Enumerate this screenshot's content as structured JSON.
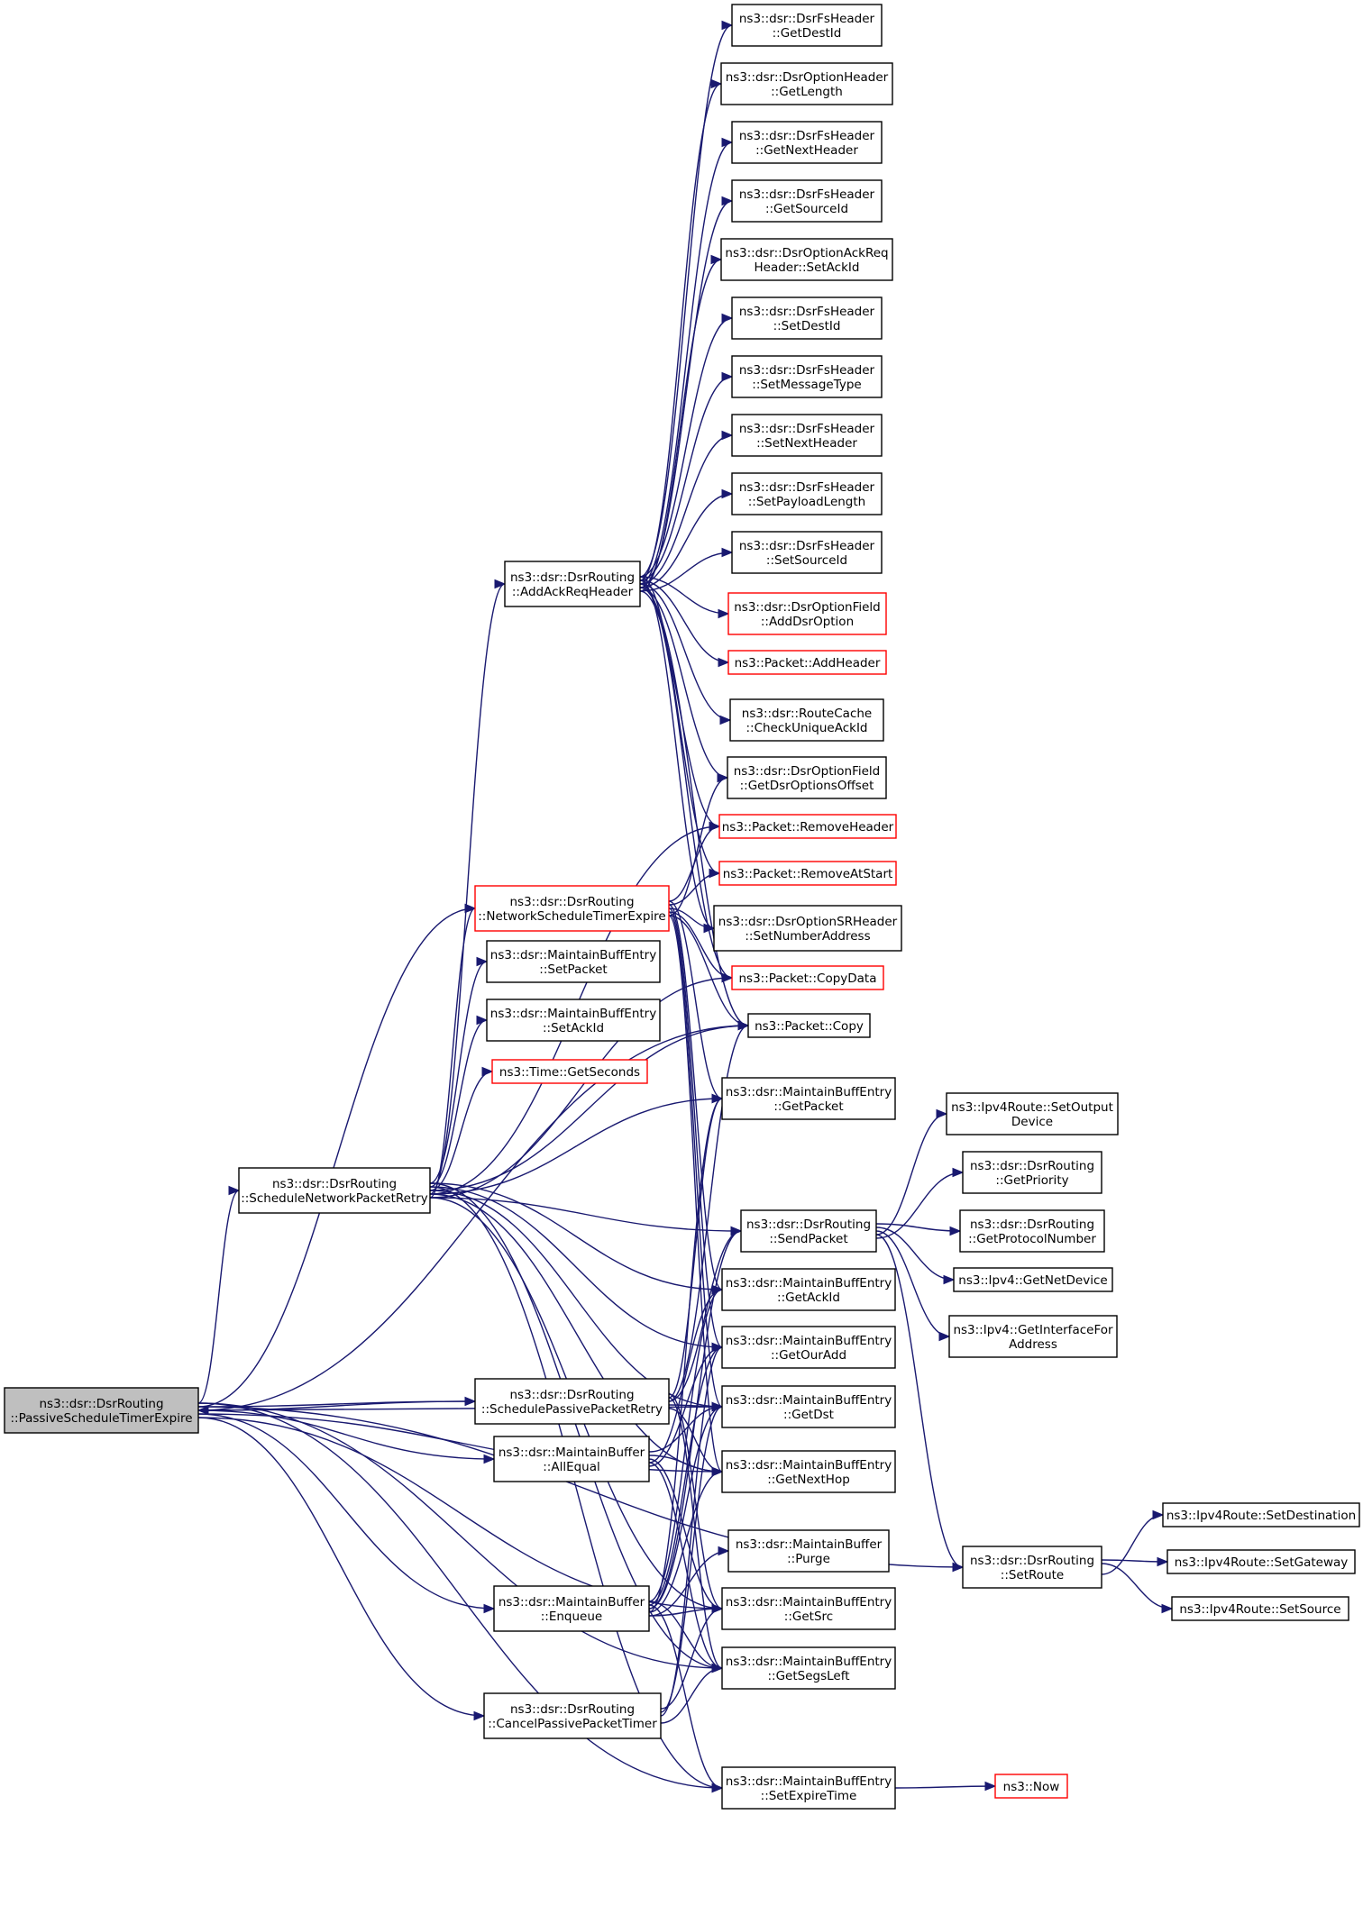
{
  "nodes": [
    {
      "id": "root",
      "lines": [
        "ns3::dsr::DsrRouting",
        "::PassiveScheduleTimerExpire"
      ],
      "style": "root"
    },
    {
      "id": "snpr",
      "lines": [
        "ns3::dsr::DsrRouting",
        "::ScheduleNetworkPacketRetry"
      ],
      "style": "normal"
    },
    {
      "id": "addack",
      "lines": [
        "ns3::dsr::DsrRouting",
        "::AddAckReqHeader"
      ],
      "style": "normal"
    },
    {
      "id": "nste",
      "lines": [
        "ns3::dsr::DsrRouting",
        "::NetworkScheduleTimerExpire"
      ],
      "style": "red"
    },
    {
      "id": "setpacket",
      "lines": [
        "ns3::dsr::MaintainBuffEntry",
        "::SetPacket"
      ],
      "style": "normal"
    },
    {
      "id": "setackid_mbe",
      "lines": [
        "ns3::dsr::MaintainBuffEntry",
        "::SetAckId"
      ],
      "style": "normal"
    },
    {
      "id": "getseconds",
      "lines": [
        "ns3::Time::GetSeconds"
      ],
      "style": "red"
    },
    {
      "id": "sppr",
      "lines": [
        "ns3::dsr::DsrRouting",
        "::SchedulePassivePacketRetry"
      ],
      "style": "normal"
    },
    {
      "id": "allequal",
      "lines": [
        "ns3::dsr::MaintainBuffer",
        "::AllEqual"
      ],
      "style": "normal"
    },
    {
      "id": "enqueue",
      "lines": [
        "ns3::dsr::MaintainBuffer",
        "::Enqueue"
      ],
      "style": "normal"
    },
    {
      "id": "cancel",
      "lines": [
        "ns3::dsr::DsrRouting",
        "::CancelPassivePacketTimer"
      ],
      "style": "normal"
    },
    {
      "id": "getdestid",
      "lines": [
        "ns3::dsr::DsrFsHeader",
        "::GetDestId"
      ],
      "style": "normal"
    },
    {
      "id": "getlength",
      "lines": [
        "ns3::dsr::DsrOptionHeader",
        "::GetLength"
      ],
      "style": "normal"
    },
    {
      "id": "getnextheader",
      "lines": [
        "ns3::dsr::DsrFsHeader",
        "::GetNextHeader"
      ],
      "style": "normal"
    },
    {
      "id": "getsourceid",
      "lines": [
        "ns3::dsr::DsrFsHeader",
        "::GetSourceId"
      ],
      "style": "normal"
    },
    {
      "id": "setackid_oar",
      "lines": [
        "ns3::dsr::DsrOptionAckReq",
        "Header::SetAckId"
      ],
      "style": "normal"
    },
    {
      "id": "setdestid",
      "lines": [
        "ns3::dsr::DsrFsHeader",
        "::SetDestId"
      ],
      "style": "normal"
    },
    {
      "id": "setmessagetype",
      "lines": [
        "ns3::dsr::DsrFsHeader",
        "::SetMessageType"
      ],
      "style": "normal"
    },
    {
      "id": "setnextheader",
      "lines": [
        "ns3::dsr::DsrFsHeader",
        "::SetNextHeader"
      ],
      "style": "normal"
    },
    {
      "id": "setpayloadlength",
      "lines": [
        "ns3::dsr::DsrFsHeader",
        "::SetPayloadLength"
      ],
      "style": "normal"
    },
    {
      "id": "setsourceid",
      "lines": [
        "ns3::dsr::DsrFsHeader",
        "::SetSourceId"
      ],
      "style": "normal"
    },
    {
      "id": "adddsroption",
      "lines": [
        "ns3::dsr::DsrOptionField",
        "::AddDsrOption"
      ],
      "style": "red"
    },
    {
      "id": "addheader",
      "lines": [
        "ns3::Packet::AddHeader"
      ],
      "style": "red"
    },
    {
      "id": "checkunique",
      "lines": [
        "ns3::dsr::RouteCache",
        "::CheckUniqueAckId"
      ],
      "style": "normal"
    },
    {
      "id": "getdsroptionsoffset",
      "lines": [
        "ns3::dsr::DsrOptionField",
        "::GetDsrOptionsOffset"
      ],
      "style": "normal"
    },
    {
      "id": "removeheader",
      "lines": [
        "ns3::Packet::RemoveHeader"
      ],
      "style": "red"
    },
    {
      "id": "removeatstart",
      "lines": [
        "ns3::Packet::RemoveAtStart"
      ],
      "style": "red"
    },
    {
      "id": "setnumberaddress",
      "lines": [
        "ns3::dsr::DsrOptionSRHeader",
        "::SetNumberAddress"
      ],
      "style": "normal"
    },
    {
      "id": "copydata",
      "lines": [
        "ns3::Packet::CopyData"
      ],
      "style": "red"
    },
    {
      "id": "copy",
      "lines": [
        "ns3::Packet::Copy"
      ],
      "style": "normal"
    },
    {
      "id": "getpacket",
      "lines": [
        "ns3::dsr::MaintainBuffEntry",
        "::GetPacket"
      ],
      "style": "normal"
    },
    {
      "id": "sendpacket",
      "lines": [
        "ns3::dsr::DsrRouting",
        "::SendPacket"
      ],
      "style": "normal"
    },
    {
      "id": "getackid",
      "lines": [
        "ns3::dsr::MaintainBuffEntry",
        "::GetAckId"
      ],
      "style": "normal"
    },
    {
      "id": "getouradd",
      "lines": [
        "ns3::dsr::MaintainBuffEntry",
        "::GetOurAdd"
      ],
      "style": "normal"
    },
    {
      "id": "getdst",
      "lines": [
        "ns3::dsr::MaintainBuffEntry",
        "::GetDst"
      ],
      "style": "normal"
    },
    {
      "id": "getnexthop",
      "lines": [
        "ns3::dsr::MaintainBuffEntry",
        "::GetNextHop"
      ],
      "style": "normal"
    },
    {
      "id": "purge",
      "lines": [
        "ns3::dsr::MaintainBuffer",
        "::Purge"
      ],
      "style": "normal"
    },
    {
      "id": "getsrc",
      "lines": [
        "ns3::dsr::MaintainBuffEntry",
        "::GetSrc"
      ],
      "style": "normal"
    },
    {
      "id": "getsegsleft",
      "lines": [
        "ns3::dsr::MaintainBuffEntry",
        "::GetSegsLeft"
      ],
      "style": "normal"
    },
    {
      "id": "setexpiretime",
      "lines": [
        "ns3::dsr::MaintainBuffEntry",
        "::SetExpireTime"
      ],
      "style": "normal"
    },
    {
      "id": "setoutputdevice",
      "lines": [
        "ns3::Ipv4Route::SetOutput",
        "Device"
      ],
      "style": "normal"
    },
    {
      "id": "getpriority",
      "lines": [
        "ns3::dsr::DsrRouting",
        "::GetPriority"
      ],
      "style": "normal"
    },
    {
      "id": "getprotocolnumber",
      "lines": [
        "ns3::dsr::DsrRouting",
        "::GetProtocolNumber"
      ],
      "style": "normal"
    },
    {
      "id": "getnetdevice",
      "lines": [
        "ns3::Ipv4::GetNetDevice"
      ],
      "style": "normal"
    },
    {
      "id": "getinterfacefor",
      "lines": [
        "ns3::Ipv4::GetInterfaceFor",
        "Address"
      ],
      "style": "normal"
    },
    {
      "id": "setroute",
      "lines": [
        "ns3::dsr::DsrRouting",
        "::SetRoute"
      ],
      "style": "normal"
    },
    {
      "id": "now",
      "lines": [
        "ns3::Now"
      ],
      "style": "red"
    },
    {
      "id": "setdestination",
      "lines": [
        "ns3::Ipv4Route::SetDestination"
      ],
      "style": "normal"
    },
    {
      "id": "setgateway",
      "lines": [
        "ns3::Ipv4Route::SetGateway"
      ],
      "style": "normal"
    },
    {
      "id": "setsource",
      "lines": [
        "ns3::Ipv4Route::SetSource"
      ],
      "style": "normal"
    }
  ],
  "edges": [
    [
      "root",
      "snpr"
    ],
    [
      "root",
      "sppr"
    ],
    [
      "root",
      "allequal"
    ],
    [
      "root",
      "enqueue"
    ],
    [
      "root",
      "cancel"
    ],
    [
      "root",
      "setexpiretime"
    ],
    [
      "root",
      "setroute"
    ],
    [
      "root",
      "getdst"
    ],
    [
      "root",
      "getnexthop"
    ],
    [
      "root",
      "getsrc"
    ],
    [
      "root",
      "getsegsleft"
    ],
    [
      "root",
      "nste"
    ],
    [
      "root",
      "copy"
    ],
    [
      "snpr",
      "addack"
    ],
    [
      "snpr",
      "nste"
    ],
    [
      "snpr",
      "setpacket"
    ],
    [
      "snpr",
      "setackid_mbe"
    ],
    [
      "snpr",
      "getseconds"
    ],
    [
      "snpr",
      "getpacket"
    ],
    [
      "snpr",
      "sendpacket"
    ],
    [
      "snpr",
      "getackid"
    ],
    [
      "snpr",
      "getouradd"
    ],
    [
      "snpr",
      "getdst"
    ],
    [
      "snpr",
      "getnexthop"
    ],
    [
      "snpr",
      "getsrc"
    ],
    [
      "snpr",
      "getsegsleft"
    ],
    [
      "snpr",
      "setexpiretime"
    ],
    [
      "snpr",
      "copy"
    ],
    [
      "snpr",
      "removeheader"
    ],
    [
      "snpr",
      "copydata"
    ],
    [
      "addack",
      "getdestid"
    ],
    [
      "addack",
      "getlength"
    ],
    [
      "addack",
      "getnextheader"
    ],
    [
      "addack",
      "getsourceid"
    ],
    [
      "addack",
      "setackid_oar"
    ],
    [
      "addack",
      "setdestid"
    ],
    [
      "addack",
      "setmessagetype"
    ],
    [
      "addack",
      "setnextheader"
    ],
    [
      "addack",
      "setpayloadlength"
    ],
    [
      "addack",
      "setsourceid"
    ],
    [
      "addack",
      "adddsroption"
    ],
    [
      "addack",
      "addheader"
    ],
    [
      "addack",
      "checkunique"
    ],
    [
      "addack",
      "getdsroptionsoffset"
    ],
    [
      "addack",
      "removeheader"
    ],
    [
      "addack",
      "removeatstart"
    ],
    [
      "addack",
      "setnumberaddress"
    ],
    [
      "addack",
      "copydata"
    ],
    [
      "addack",
      "copy"
    ],
    [
      "nste",
      "getdsroptionsoffset"
    ],
    [
      "nste",
      "removeheader"
    ],
    [
      "nste",
      "removeatstart"
    ],
    [
      "nste",
      "setnumberaddress"
    ],
    [
      "nste",
      "copydata"
    ],
    [
      "nste",
      "copy"
    ],
    [
      "nste",
      "getpacket"
    ],
    [
      "nste",
      "getackid"
    ],
    [
      "nste",
      "getouradd"
    ],
    [
      "nste",
      "getdst"
    ],
    [
      "nste",
      "getnexthop"
    ],
    [
      "sppr",
      "root"
    ],
    [
      "sppr",
      "getpacket"
    ],
    [
      "sppr",
      "sendpacket"
    ],
    [
      "sppr",
      "getdst"
    ],
    [
      "sppr",
      "getnexthop"
    ],
    [
      "sppr",
      "getsrc"
    ],
    [
      "sppr",
      "getsegsleft"
    ],
    [
      "sppr",
      "copy"
    ],
    [
      "allequal",
      "getackid"
    ],
    [
      "allequal",
      "getouradd"
    ],
    [
      "allequal",
      "getdst"
    ],
    [
      "allequal",
      "getnexthop"
    ],
    [
      "allequal",
      "getsrc"
    ],
    [
      "allequal",
      "getsegsleft"
    ],
    [
      "enqueue",
      "purge"
    ],
    [
      "enqueue",
      "getackid"
    ],
    [
      "enqueue",
      "getouradd"
    ],
    [
      "enqueue",
      "getdst"
    ],
    [
      "enqueue",
      "getnexthop"
    ],
    [
      "enqueue",
      "getsrc"
    ],
    [
      "enqueue",
      "getsegsleft"
    ],
    [
      "enqueue",
      "setexpiretime"
    ],
    [
      "enqueue",
      "sendpacket"
    ],
    [
      "enqueue",
      "getpacket"
    ],
    [
      "cancel",
      "getsegsleft"
    ],
    [
      "cancel",
      "getsrc"
    ],
    [
      "cancel",
      "getdst"
    ],
    [
      "cancel",
      "getouradd"
    ],
    [
      "sendpacket",
      "setoutputdevice"
    ],
    [
      "sendpacket",
      "getpriority"
    ],
    [
      "sendpacket",
      "getprotocolnumber"
    ],
    [
      "sendpacket",
      "getnetdevice"
    ],
    [
      "sendpacket",
      "getinterfacefor"
    ],
    [
      "sendpacket",
      "setroute"
    ],
    [
      "setroute",
      "setdestination"
    ],
    [
      "setroute",
      "setgateway"
    ],
    [
      "setroute",
      "setsource"
    ],
    [
      "setexpiretime",
      "now"
    ]
  ]
}
